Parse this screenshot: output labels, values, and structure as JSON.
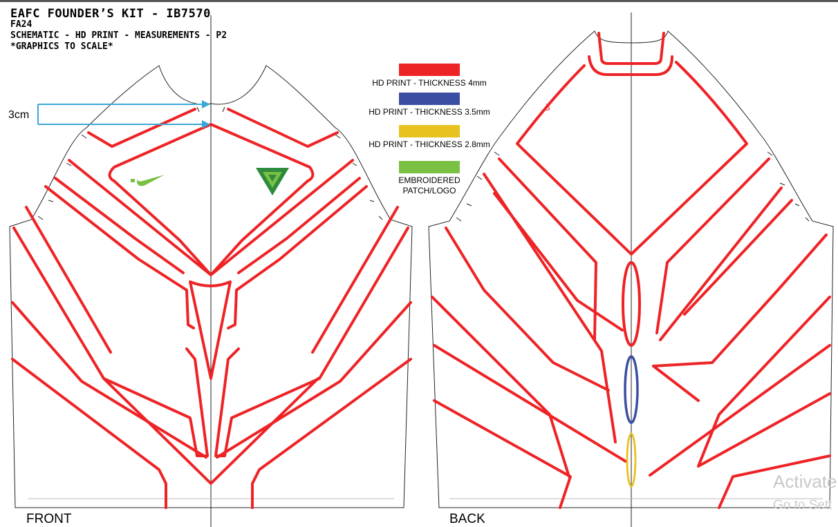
{
  "header": {
    "title": "EAFC FOUNDER’S KIT - IB7570",
    "season": "FA24",
    "line3": "SCHEMATIC - HD PRINT - MEASUREMENTS - P2",
    "line4": "*GRAPHICS TO SCALE*"
  },
  "measurement": {
    "label": "3cm"
  },
  "legend": [
    {
      "label": "HD PRINT - THICKNESS 4mm",
      "color": "#ee2326"
    },
    {
      "label": "HD PRINT - THICKNESS 3.5mm",
      "color": "#3b4ea3"
    },
    {
      "label": "HD PRINT - THICKNESS 2.8mm",
      "color": "#e8c21e"
    },
    {
      "label": "EMBROIDERED\nPATCH/LOGO",
      "color": "#7ac043"
    }
  ],
  "views": {
    "front": "FRONT",
    "back": "BACK"
  },
  "colors": {
    "outline": "#222222",
    "red": "#ee2326",
    "blue": "#3b4ea3",
    "yellow": "#e8c21e",
    "green": "#7ac043",
    "arrow": "#3ba7d8"
  },
  "icons": {
    "left_logo": "swoosh-logo-icon",
    "right_logo": "crest-logo-icon"
  },
  "watermark": {
    "line1": "Activate",
    "line2": "Go to Sett"
  }
}
